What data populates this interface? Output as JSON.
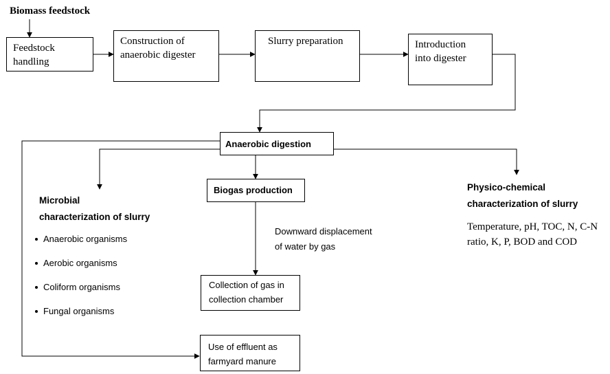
{
  "title": "Biomass feedstock",
  "steps": {
    "feedstock_handling": "Feedstock\nhandling",
    "construction": "Construction of\nanaerobic digester",
    "slurry_preparation": "Slurry preparation",
    "introduction": "Introduction\ninto digester",
    "anaerobic_digestion": "Anaerobic digestion",
    "biogas_production": "Biogas production",
    "gas_collection": "Collection of gas in\ncollection chamber",
    "effluent_use": "Use of effluent as\nfarmyard manure"
  },
  "annotations": {
    "displacement": "Downward displacement\nof water by gas"
  },
  "microbial": {
    "heading": "Microbial\ncharacterization of slurry",
    "items": [
      "Anaerobic organisms",
      "Aerobic organisms",
      "Coliform organisms",
      "Fungal organisms"
    ]
  },
  "physico": {
    "heading": "Physico-chemical\ncharacterization of slurry",
    "details": "Temperature, pH, TOC, N, C-N\nratio, K, P, BOD and COD"
  }
}
